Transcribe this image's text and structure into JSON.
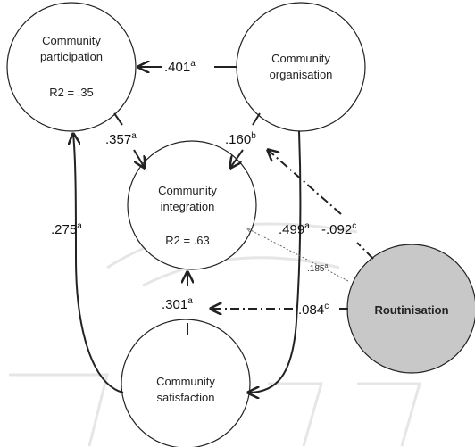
{
  "nodes": {
    "participation": {
      "line1": "Community",
      "line2": "participation",
      "r2": "R2 = .35"
    },
    "organisation": {
      "line1": "Community",
      "line2": "organisation"
    },
    "integration": {
      "line1": "Community",
      "line2": "integration",
      "r2": "R2 = .63"
    },
    "satisfaction": {
      "line1": "Community",
      "line2": "satisfaction"
    },
    "routinisation": {
      "label": "Routinisation"
    }
  },
  "paths": {
    "org_to_part": {
      "value": ".401",
      "sup": "a"
    },
    "part_to_int": {
      "value": ".357",
      "sup": "a"
    },
    "org_to_int": {
      "value": ".160",
      "sup": "b"
    },
    "sat_to_part": {
      "value": ".275",
      "sup": "a"
    },
    "org_to_sat": {
      "value": ".499",
      "sup": "a"
    },
    "rout_to_org": {
      "value": "-.092",
      "sup": "c"
    },
    "rout_to_int": {
      "value": ".185",
      "sup": "a"
    },
    "sat_to_int": {
      "value": ".301",
      "sup": "a"
    },
    "rout_to_sat": {
      "value": ".084",
      "sup": "c"
    }
  },
  "colors": {
    "routinisation_fill": "#c8c8c8",
    "stroke": "#222222"
  }
}
